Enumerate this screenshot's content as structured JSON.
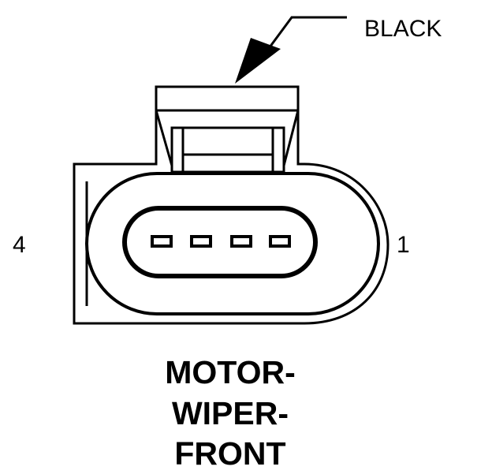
{
  "callout": {
    "color_label": "BLACK"
  },
  "pins": {
    "left_number": "4",
    "right_number": "1"
  },
  "title": {
    "lines": [
      "MOTOR-",
      "WIPER-",
      "FRONT"
    ]
  }
}
